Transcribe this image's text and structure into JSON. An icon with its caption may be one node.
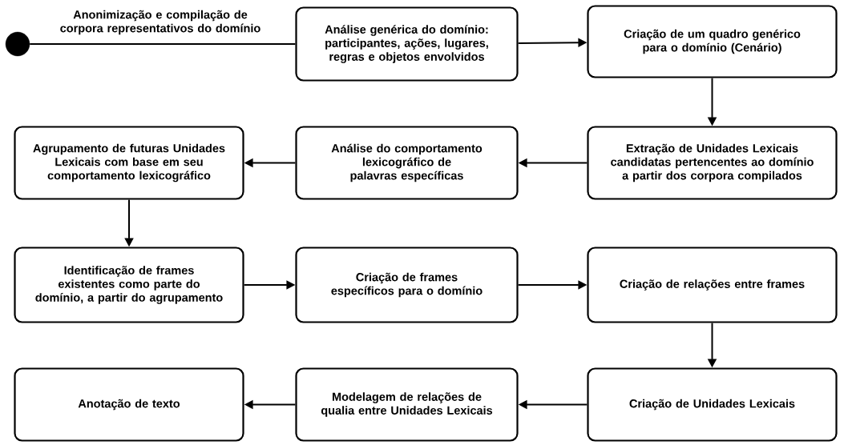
{
  "diagram": {
    "nodes": [
      {
        "text": [],
        "shape": "circle"
      },
      {
        "text": [
          "Análise genérica do domínio: participantes, ações, lugares, regras e objetos envolvidos"
        ]
      },
      {
        "text": [
          "Criação de um quadro genérico para o domínio (Cenário)"
        ]
      },
      {
        "text": [
          "Extração de Unidades Lexicais candidatas pertencentes ao domínio a partir dos corpora compilados"
        ]
      },
      {
        "text": [
          "Análise do comportamento lexicográfico de palavras específicas"
        ]
      },
      {
        "text": [
          "Agrupamento de futuras Unidades Lexicais com base em seu comportamento lexicográfico"
        ]
      },
      {
        "text": [
          "Identificação de frames existentes como parte do domínio, a partir do agrupamento"
        ]
      },
      {
        "text": [
          "Criação de frames específicos para o domínio"
        ]
      },
      {
        "text": [
          "Criação de relações entre frames"
        ]
      },
      {
        "text": [
          "Criação de Unidades Lexicais"
        ]
      },
      {
        "text": [
          "Modelagem de relações de qualia entre Unidades Lexicais"
        ]
      },
      {
        "text": [
          "Anotação de texto"
        ]
      }
    ],
    "edges": [
      {
        "from": 0,
        "to": 1,
        "arrow": "none"
      },
      {
        "from": 1,
        "to": 2,
        "arrow": "to"
      },
      {
        "from": 2,
        "to": 3,
        "arrow": "to"
      },
      {
        "from": 3,
        "to": 4,
        "arrow": "to"
      },
      {
        "from": 4,
        "to": 5,
        "arrow": "to"
      },
      {
        "from": 5,
        "to": 6,
        "arrow": "to"
      },
      {
        "from": 6,
        "to": 7,
        "arrow": "to"
      },
      {
        "from": 7,
        "to": 8,
        "arrow": "to"
      },
      {
        "from": 8,
        "to": 9,
        "arrow": "to"
      },
      {
        "from": 9,
        "to": 10,
        "arrow": "to"
      },
      {
        "from": 10,
        "to": 11,
        "arrow": "to"
      }
    ],
    "labels": [
      "Anonimização e compilação de corpora representativos do domínio"
    ]
  }
}
